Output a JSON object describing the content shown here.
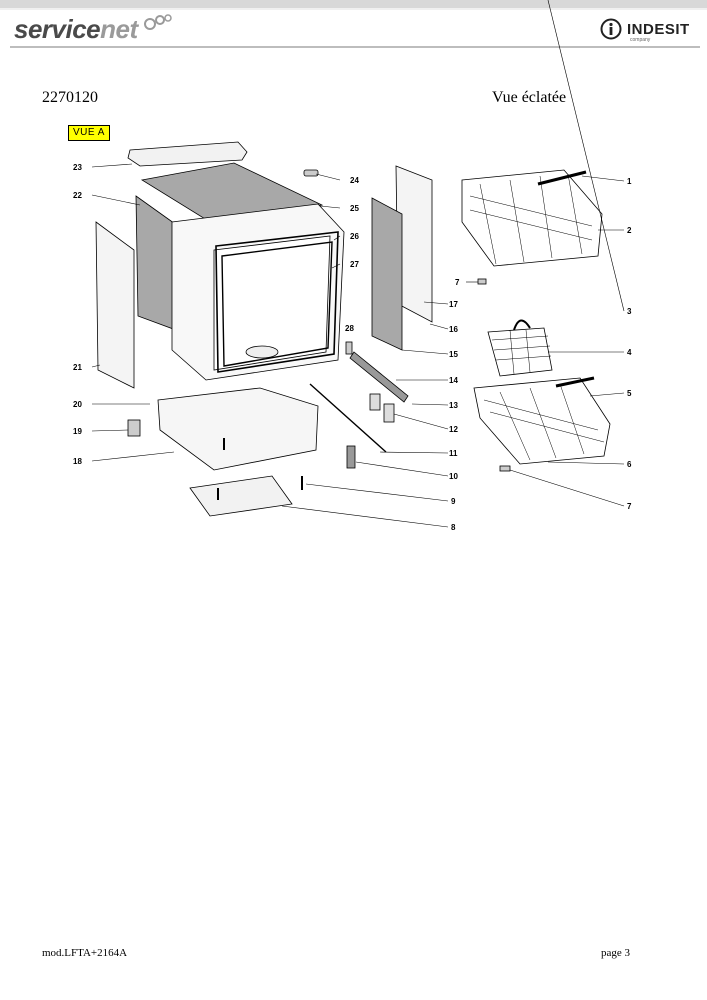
{
  "header": {
    "brand_part1": "service",
    "brand_part2": "net",
    "manufacturer": "INDESIT",
    "manufacturer_sub": "company"
  },
  "document": {
    "number": "2270120",
    "view_title": "Vue éclatée",
    "view_tag": "VUE A"
  },
  "parts": [
    "1",
    "2",
    "3",
    "4",
    "5",
    "6",
    "7",
    "8",
    "9",
    "10",
    "11",
    "12",
    "13",
    "14",
    "15",
    "16",
    "17",
    "18",
    "19",
    "20",
    "21",
    "22",
    "23",
    "24",
    "25",
    "26",
    "27",
    "28"
  ],
  "footer": {
    "model": "mod.LFTA+2164A",
    "page": "page 3"
  },
  "colors": {
    "highlight": "#ffff00",
    "line": "#000000",
    "panel_gray": "#a8a8a8"
  }
}
